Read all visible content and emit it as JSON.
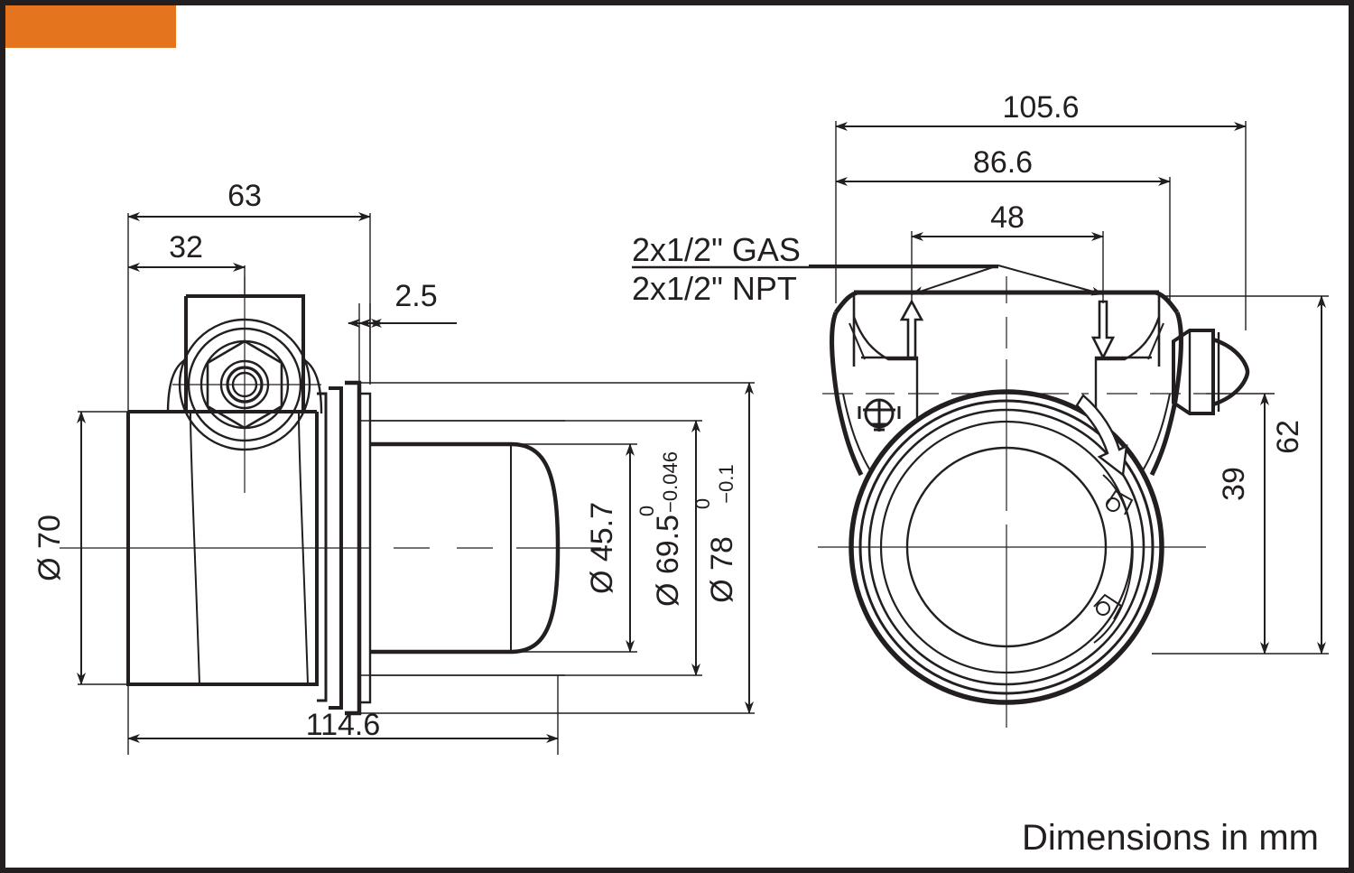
{
  "meta": {
    "title": "Technical dimension drawing - two views",
    "units_note": "Dimensions in mm",
    "brand_color": "#e4741e",
    "line_color": "#231f20",
    "background": "#ffffff",
    "frame_color": "#262626"
  },
  "left_view": {
    "name": "side-section-view",
    "dimensions": {
      "d63": "63",
      "d32": "32",
      "d25": "2.5",
      "d1146": "114.6",
      "d70": "Ø 70",
      "d457": "Ø 45.7",
      "d695": "Ø 69.5",
      "d695_tol_upper": "0",
      "d695_tol_lower": "−0.046",
      "d78": "Ø 78",
      "d78_tol_upper": "0",
      "d78_tol_lower": "−0.1"
    }
  },
  "right_view": {
    "name": "front-view",
    "dimensions": {
      "d1056": "105.6",
      "d866": "86.6",
      "d48": "48",
      "d62": "62",
      "d39": "39"
    },
    "callouts": {
      "line1": "2x1/2\" GAS",
      "line2": "2x1/2\" NPT"
    },
    "symbols": {
      "ground": "earth-ground-symbol",
      "flow_in": "inlet-port-arrow",
      "flow_out": "outlet-port-arrow",
      "rotation": "rotation-arrow",
      "hex_nut": "hex-cap-nut"
    }
  },
  "footer": {
    "text": "Dimensions in mm"
  }
}
